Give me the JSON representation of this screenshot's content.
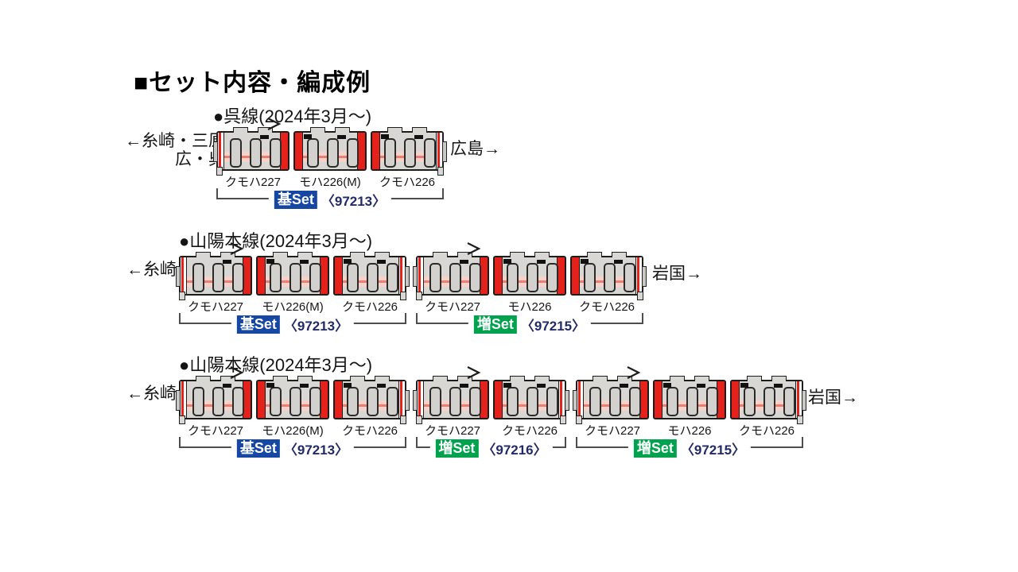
{
  "title": "■セット内容・編成例",
  "colors": {
    "car_red": "#e5211c",
    "body_gray": "#d8d7d3",
    "band_pink": "#f6d2cb",
    "band_line": "#ea7e71",
    "base_set_blue": "#1547a3",
    "add_set_green": "#00a24d",
    "set_number_navy": "#222a67"
  },
  "car_types": {
    "cmh227": {
      "cab": "left",
      "panto": true,
      "top_left_box": false
    },
    "mh226m": {
      "cab": null,
      "panto": false,
      "top_left_box": true
    },
    "mh226": {
      "cab": null,
      "panto": false,
      "top_left_box": true
    },
    "cmh226": {
      "cab": "right",
      "panto": false,
      "top_left_box": true
    }
  },
  "formations": [
    {
      "header": "●呉線(2024年3月～)",
      "left_label_lines": [
        "←糸崎・三原",
        "広・呉"
      ],
      "right_label": "広島→",
      "cars": [
        {
          "type": "cmh227",
          "label": "クモハ227"
        },
        {
          "type": "mh226m",
          "label": "モハ226(M)"
        },
        {
          "type": "cmh226",
          "label": "クモハ226"
        }
      ],
      "sets": [
        {
          "label": "基Set",
          "number": "〈97213〉",
          "color": "blue",
          "from": 0,
          "to": 2
        }
      ]
    },
    {
      "header": "●山陽本線(2024年3月～)",
      "left_label_lines": [
        "←糸崎"
      ],
      "right_label": "岩国→",
      "cars": [
        {
          "type": "cmh227",
          "label": "クモハ227"
        },
        {
          "type": "mh226m",
          "label": "モハ226(M)"
        },
        {
          "type": "cmh226",
          "label": "クモハ226"
        },
        {
          "type": "cmh227",
          "label": "クモハ227"
        },
        {
          "type": "mh226",
          "label": "モハ226"
        },
        {
          "type": "cmh226",
          "label": "クモハ226"
        }
      ],
      "sets": [
        {
          "label": "基Set",
          "number": "〈97213〉",
          "color": "blue",
          "from": 0,
          "to": 2
        },
        {
          "label": "増Set",
          "number": "〈97215〉",
          "color": "green",
          "from": 3,
          "to": 5
        }
      ]
    },
    {
      "header": "●山陽本線(2024年3月～)",
      "left_label_lines": [
        "←糸崎"
      ],
      "right_label": "岩国→",
      "cars": [
        {
          "type": "cmh227",
          "label": "クモハ227"
        },
        {
          "type": "mh226m",
          "label": "モハ226(M)"
        },
        {
          "type": "cmh226",
          "label": "クモハ226"
        },
        {
          "type": "cmh227",
          "label": "クモハ227"
        },
        {
          "type": "cmh226",
          "label": "クモハ226"
        },
        {
          "type": "cmh227",
          "label": "クモハ227"
        },
        {
          "type": "mh226",
          "label": "モハ226"
        },
        {
          "type": "cmh226",
          "label": "クモハ226"
        }
      ],
      "sets": [
        {
          "label": "基Set",
          "number": "〈97213〉",
          "color": "blue",
          "from": 0,
          "to": 2
        },
        {
          "label": "増Set",
          "number": "〈97216〉",
          "color": "green",
          "from": 3,
          "to": 4
        },
        {
          "label": "増Set",
          "number": "〈97215〉",
          "color": "green",
          "from": 5,
          "to": 7
        }
      ]
    }
  ]
}
